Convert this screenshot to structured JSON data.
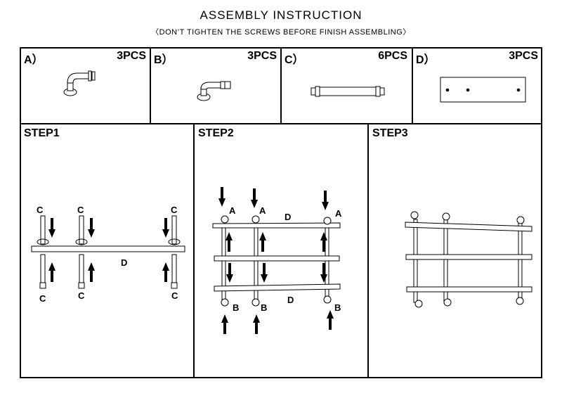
{
  "header": {
    "title": "ASSEMBLY INSTRUCTION",
    "subtitle": "〈DON’T TIGHTEN THE SCREWS BEFORE FINISH ASSEMBLING〉"
  },
  "parts": [
    {
      "label": "A）",
      "qty": "3PCS",
      "icon": "elbow-flange-pipe-icon"
    },
    {
      "label": "B）",
      "qty": "3PCS",
      "icon": "elbow-flange-short-pipe-icon"
    },
    {
      "label": "C）",
      "qty": "6PCS",
      "icon": "straight-pipe-icon"
    },
    {
      "label": "D）",
      "qty": "3PCS",
      "icon": "wooden-board-icon"
    }
  ],
  "steps": [
    {
      "label": "STEP1",
      "part_c": "C",
      "part_d": "D"
    },
    {
      "label": "STEP2",
      "part_a": "A",
      "part_b": "B",
      "part_d": "D"
    },
    {
      "label": "STEP3"
    }
  ]
}
